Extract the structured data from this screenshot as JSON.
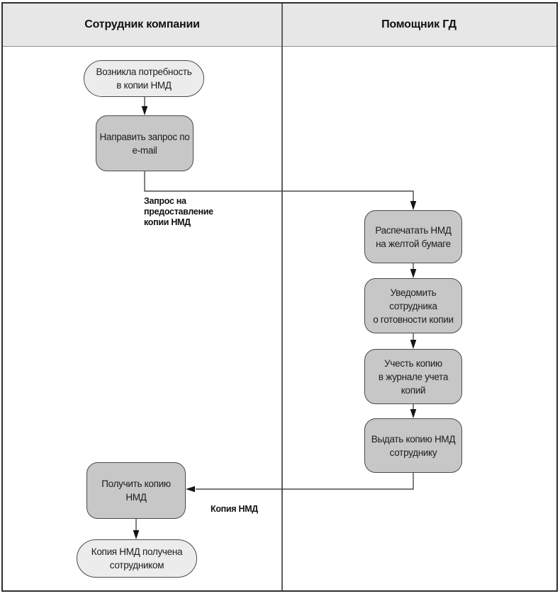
{
  "diagram": {
    "lanes": [
      {
        "title": "Сотрудник компании"
      },
      {
        "title": "Помощник ГД"
      }
    ],
    "nodes": {
      "start": {
        "type": "terminator",
        "lines": [
          "Возникла потребность",
          "в копии НМД"
        ]
      },
      "send": {
        "type": "process",
        "lines": [
          "Направить запрос по",
          "e-mail"
        ]
      },
      "print": {
        "type": "process",
        "lines": [
          "Распечатать НМД",
          "на желтой бумаге"
        ]
      },
      "notify": {
        "type": "process",
        "lines": [
          "Уведомить",
          "сотрудника",
          "о готовности копии"
        ]
      },
      "account": {
        "type": "process",
        "lines": [
          "Учесть копию",
          "в журнале учета",
          "копий"
        ]
      },
      "issue": {
        "type": "process",
        "lines": [
          "Выдать копию НМД",
          "сотруднику"
        ]
      },
      "receive": {
        "type": "process",
        "lines": [
          "Получить копию",
          "НМД"
        ]
      },
      "end": {
        "type": "terminator",
        "lines": [
          "Копия НМД получена",
          "сотрудником"
        ]
      }
    },
    "edge_labels": {
      "request": {
        "lines": [
          "Запрос на предоставление",
          "копии НМД"
        ]
      },
      "copy": {
        "lines": [
          "Копия НМД"
        ]
      }
    },
    "colors": {
      "header_fill": "#e7e7e7",
      "terminator_fill": "#ececec",
      "process_fill": "#c7c7c7",
      "node_border": "#484848",
      "connector_line": "#4a4a4a",
      "arrowhead": "#151515",
      "text": "#1c1c1c"
    }
  }
}
